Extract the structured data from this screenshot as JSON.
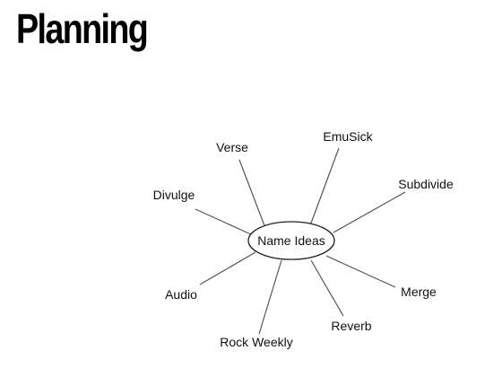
{
  "title": "Planning",
  "diagram": {
    "center": "Name Ideas",
    "ideas": [
      "Verse",
      "EmuSick",
      "Subdivide",
      "Divulge",
      "Audio",
      "Rock Weekly",
      "Reverb",
      "Merge"
    ]
  },
  "colors": {
    "background": "#ffffff",
    "text": "#111111",
    "lines": "#555555"
  }
}
